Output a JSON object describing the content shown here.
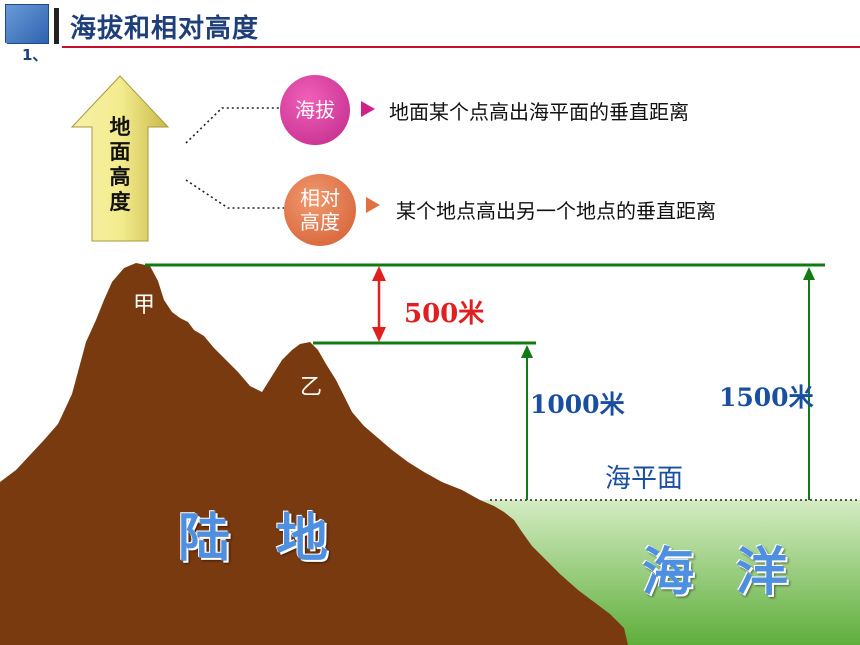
{
  "header": {
    "title": "海拔和相对高度",
    "number": "1、",
    "box_mark": "、"
  },
  "ground_height_label": "地面高度",
  "definitions": [
    {
      "term": "海拔",
      "text": "地面某个点高出海平面的垂直距离",
      "color": "#d0208a"
    },
    {
      "term": "相对高度",
      "text": "某个地点高出另一个地点的垂直距离",
      "color": "#e07040"
    }
  ],
  "diagram": {
    "peak_a": "甲",
    "peak_b": "乙",
    "relative_height": "500米",
    "altitude_b": "1000米",
    "altitude_a": "1500米",
    "sea_level": "海平面",
    "land": "陆地",
    "ocean": "海洋"
  },
  "colors": {
    "land": "#7a3a10",
    "ocean": "#8fc86a",
    "level_line": "#127a12",
    "arrow_red": "#e02020",
    "title_blue": "#1f3f7a"
  }
}
